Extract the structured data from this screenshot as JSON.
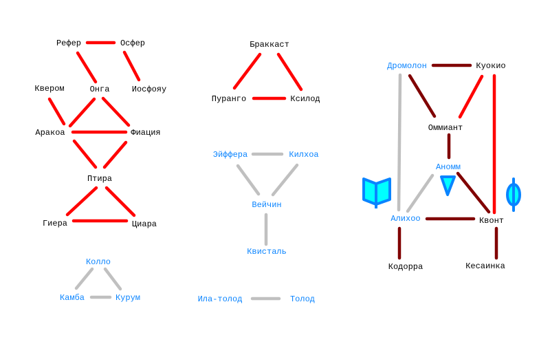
{
  "colors": {
    "red": "#ff0000",
    "gray": "#c0c0c0",
    "darkred": "#800000",
    "black": "#000000",
    "blue": "#0a84ff",
    "cyan": "#00ffff"
  },
  "nodes": [
    {
      "id": "refer",
      "label": "Рефер",
      "color": "black"
    },
    {
      "id": "osfer",
      "label": "Осфер",
      "color": "black"
    },
    {
      "id": "kverom",
      "label": "Квером",
      "color": "black"
    },
    {
      "id": "onga",
      "label": "Онга",
      "color": "black"
    },
    {
      "id": "iosfoyau",
      "label": "Иосфояу",
      "color": "black"
    },
    {
      "id": "arakoa",
      "label": "Аракоа",
      "color": "black"
    },
    {
      "id": "fiatsiya",
      "label": "Фиация",
      "color": "black"
    },
    {
      "id": "ptira",
      "label": "Птира",
      "color": "black"
    },
    {
      "id": "giera",
      "label": "Гиера",
      "color": "black"
    },
    {
      "id": "tsiara",
      "label": "Циара",
      "color": "black"
    },
    {
      "id": "brakkast",
      "label": "Браккаст",
      "color": "black"
    },
    {
      "id": "purango",
      "label": "Пуранго",
      "color": "black"
    },
    {
      "id": "ksilod",
      "label": "Ксилод",
      "color": "black"
    },
    {
      "id": "eyffera",
      "label": "Эйффера",
      "color": "blue"
    },
    {
      "id": "kilkhoa",
      "label": "Килхоа",
      "color": "blue"
    },
    {
      "id": "veychin",
      "label": "Вейчин",
      "color": "blue"
    },
    {
      "id": "kvistal",
      "label": "Квисталь",
      "color": "blue"
    },
    {
      "id": "ilatolod",
      "label": "Ила-толод",
      "color": "blue"
    },
    {
      "id": "tolod",
      "label": "Толод",
      "color": "blue"
    },
    {
      "id": "kollo",
      "label": "Колло",
      "color": "blue"
    },
    {
      "id": "kamba",
      "label": "Камба",
      "color": "blue"
    },
    {
      "id": "kurum",
      "label": "Курум",
      "color": "blue"
    },
    {
      "id": "dromolon",
      "label": "Дромолон",
      "color": "blue"
    },
    {
      "id": "kuokio",
      "label": "Куокио",
      "color": "black"
    },
    {
      "id": "ommiant",
      "label": "Оммиант",
      "color": "black"
    },
    {
      "id": "anomm",
      "label": "Аномм",
      "color": "blue"
    },
    {
      "id": "alikhoo",
      "label": "Алихоо",
      "color": "blue"
    },
    {
      "id": "kvont",
      "label": "Квонт",
      "color": "black"
    },
    {
      "id": "kodorra",
      "label": "Кодорра",
      "color": "black"
    },
    {
      "id": "kesainka",
      "label": "Кесаинка",
      "color": "black"
    }
  ],
  "edges": [
    {
      "from": "refer",
      "to": "osfer",
      "color": "red"
    },
    {
      "from": "refer",
      "to": "onga",
      "color": "red"
    },
    {
      "from": "osfer",
      "to": "iosfoyau",
      "color": "red"
    },
    {
      "from": "kverom",
      "to": "arakoa",
      "color": "red"
    },
    {
      "from": "onga",
      "to": "arakoa",
      "color": "red"
    },
    {
      "from": "onga",
      "to": "fiatsiya",
      "color": "red"
    },
    {
      "from": "arakoa",
      "to": "fiatsiya",
      "color": "red"
    },
    {
      "from": "arakoa",
      "to": "ptira",
      "color": "red"
    },
    {
      "from": "fiatsiya",
      "to": "ptira",
      "color": "red"
    },
    {
      "from": "ptira",
      "to": "giera",
      "color": "red"
    },
    {
      "from": "ptira",
      "to": "tsiara",
      "color": "red"
    },
    {
      "from": "giera",
      "to": "tsiara",
      "color": "red"
    },
    {
      "from": "brakkast",
      "to": "purango",
      "color": "red"
    },
    {
      "from": "brakkast",
      "to": "ksilod",
      "color": "red"
    },
    {
      "from": "purango",
      "to": "ksilod",
      "color": "red"
    },
    {
      "from": "eyffera",
      "to": "kilkhoa",
      "color": "gray"
    },
    {
      "from": "eyffera",
      "to": "veychin",
      "color": "gray"
    },
    {
      "from": "kilkhoa",
      "to": "veychin",
      "color": "gray"
    },
    {
      "from": "veychin",
      "to": "kvistal",
      "color": "gray"
    },
    {
      "from": "ilatolod",
      "to": "tolod",
      "color": "gray"
    },
    {
      "from": "kollo",
      "to": "kamba",
      "color": "gray"
    },
    {
      "from": "kollo",
      "to": "kurum",
      "color": "gray"
    },
    {
      "from": "kamba",
      "to": "kurum",
      "color": "gray"
    },
    {
      "from": "dromolon",
      "to": "kuokio",
      "color": "darkred"
    },
    {
      "from": "dromolon",
      "to": "alikhoo",
      "color": "gray"
    },
    {
      "from": "dromolon",
      "to": "ommiant",
      "color": "darkred"
    },
    {
      "from": "kuokio",
      "to": "ommiant",
      "color": "red"
    },
    {
      "from": "kuokio",
      "to": "kvont",
      "color": "red"
    },
    {
      "from": "ommiant",
      "to": "anomm",
      "color": "darkred"
    },
    {
      "from": "anomm",
      "to": "alikhoo",
      "color": "gray"
    },
    {
      "from": "anomm",
      "to": "kvont",
      "color": "darkred"
    },
    {
      "from": "alikhoo",
      "to": "kvont",
      "color": "darkred"
    },
    {
      "from": "alikhoo",
      "to": "kodorra",
      "color": "darkred"
    },
    {
      "from": "kvont",
      "to": "kesainka",
      "color": "darkred"
    }
  ],
  "icons": [
    {
      "name": "book-icon"
    },
    {
      "name": "triangle-icon"
    },
    {
      "name": "phi-icon"
    }
  ]
}
